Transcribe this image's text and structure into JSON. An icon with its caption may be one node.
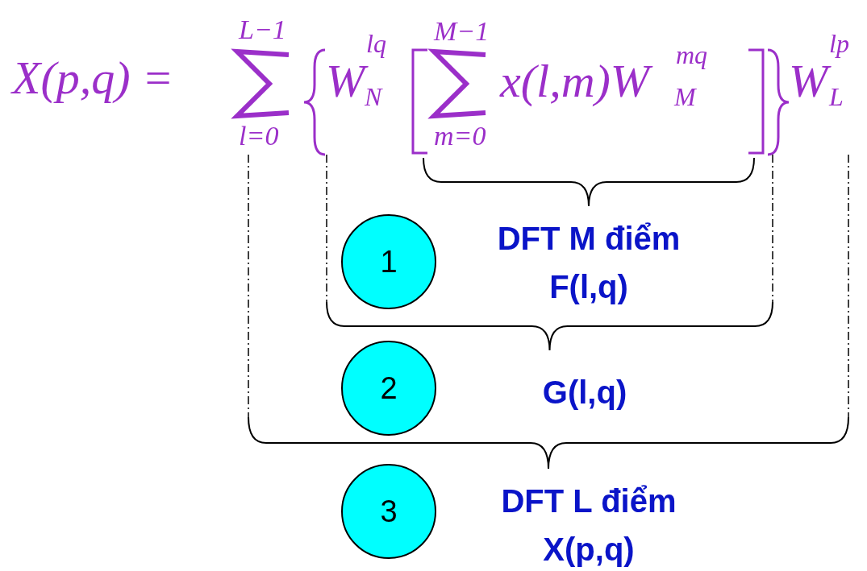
{
  "diagram": {
    "nodes": [
      {
        "text": [
          "1"
        ],
        "beside": [
          "DFT M điểm",
          "F(l,q)"
        ]
      },
      {
        "text": [
          "2"
        ],
        "beside": [
          "G(l,q)"
        ]
      },
      {
        "text": [
          "3"
        ],
        "beside": [
          "DFT L điểm",
          "X(p,q)"
        ]
      }
    ],
    "labels": [
      "X(p,q) =",
      "L−1",
      "l=0",
      "W",
      "lq",
      "N",
      "M−1",
      "m=0",
      "x(l,m)W",
      "mq",
      "M",
      "W",
      "lp",
      "L"
    ]
  }
}
